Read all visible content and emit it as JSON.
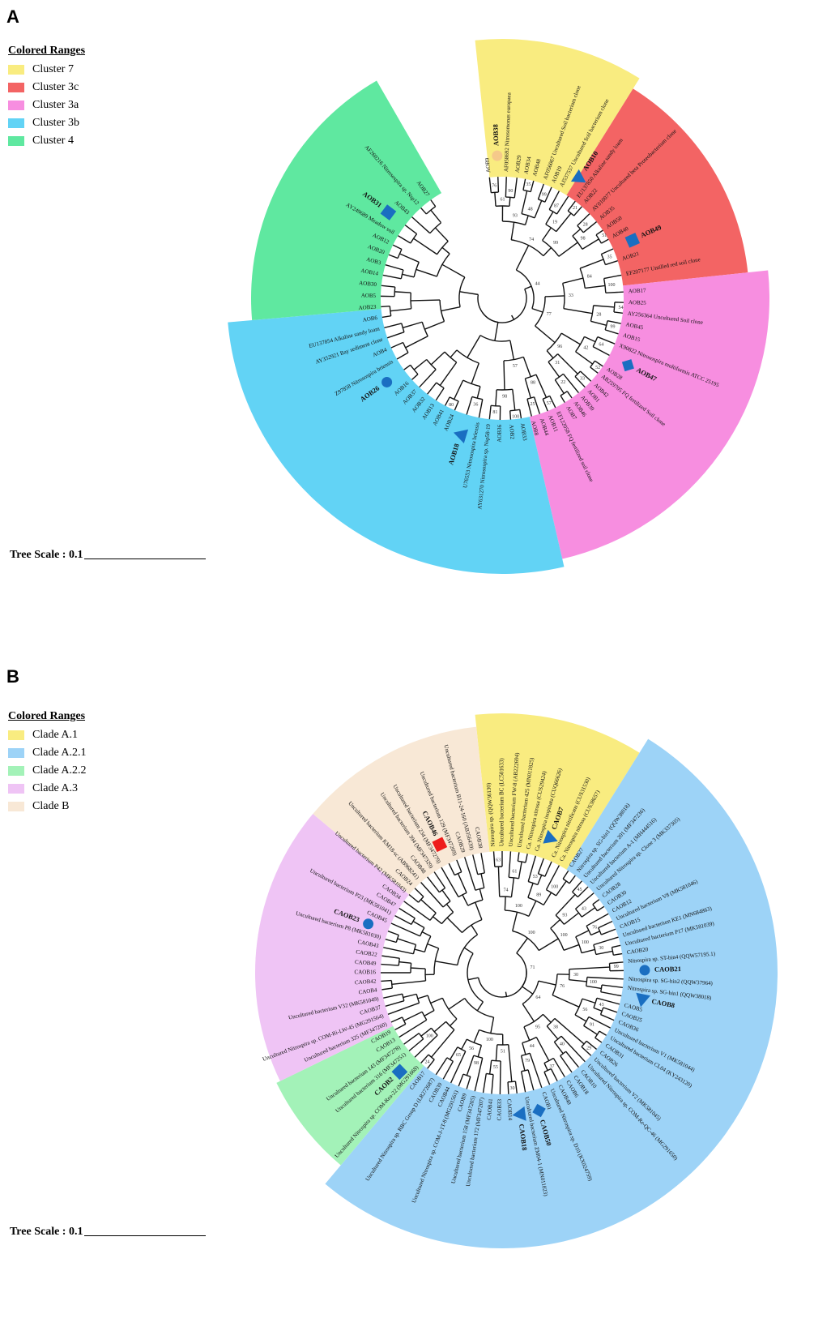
{
  "panels": [
    {
      "label": "A",
      "legend_title": "Colored Ranges",
      "scale_label": "Tree Scale : 0.1",
      "ranges": [
        {
          "name": "Cluster 7",
          "color": "#f9ec80"
        },
        {
          "name": "Cluster 3c",
          "color": "#f36464"
        },
        {
          "name": "Cluster 3a",
          "color": "#f78ee0"
        },
        {
          "name": "Cluster 3b",
          "color": "#62d3f5"
        },
        {
          "name": "Cluster 4",
          "color": "#5fe8a0"
        }
      ],
      "sectors": [
        {
          "range": 0,
          "a0": -6,
          "a1": 32,
          "r": 320
        },
        {
          "range": 1,
          "a0": 32,
          "a1": 84,
          "r": 305
        },
        {
          "range": 2,
          "a0": 84,
          "a1": 167,
          "r": 330
        },
        {
          "range": 3,
          "a0": 167,
          "a1": 265,
          "r": 340
        },
        {
          "range": 4,
          "a0": 265,
          "a1": 330,
          "r": 310
        }
      ],
      "leaves": [
        {
          "a": -6,
          "t": "AOB9"
        },
        {
          "a": -2,
          "t": "AOB38",
          "b": true,
          "m": "circle",
          "mc": "#f5c98a"
        },
        {
          "a": 2,
          "t": "AF058692 Nitrosomonas europaea"
        },
        {
          "a": 7,
          "t": "AOB29"
        },
        {
          "a": 11,
          "t": "AOB34"
        },
        {
          "a": 15,
          "t": "AOB48"
        },
        {
          "a": 20,
          "t": "AF056067 Uncultured Soil bacterium clone"
        },
        {
          "a": 24,
          "t": "AOB19"
        },
        {
          "a": 28,
          "t": "AJ537557 Uncultured Soil bacterium clone"
        },
        {
          "a": 33,
          "t": "AOB10",
          "b": true,
          "m": "triangle"
        },
        {
          "a": 37,
          "t": "EU137850 Alkaline sandy loam"
        },
        {
          "a": 41,
          "t": "AOB22"
        },
        {
          "a": 46,
          "t": "AY010077 Uncultured beta Proteobacterium clone"
        },
        {
          "a": 51,
          "t": "AOB35"
        },
        {
          "a": 56,
          "t": "AOB50"
        },
        {
          "a": 61,
          "t": "AOB40"
        },
        {
          "a": 66,
          "t": "AOB49",
          "b": true,
          "m": "square"
        },
        {
          "a": 72,
          "t": "AOB21"
        },
        {
          "a": 79,
          "t": "EF207177 Untilled red soil clone"
        },
        {
          "a": 87,
          "t": "AOB17"
        },
        {
          "a": 92,
          "t": "AOB25"
        },
        {
          "a": 97,
          "t": "AY256364 Uncultured Soil clone"
        },
        {
          "a": 102,
          "t": "AOB45"
        },
        {
          "a": 107,
          "t": "AOB15"
        },
        {
          "a": 112,
          "t": "X90822 Nitrosospira multiformis ATCC 25195"
        },
        {
          "a": 118,
          "t": "AOB47",
          "b": true,
          "m": "diamond"
        },
        {
          "a": 124,
          "t": "AOB28"
        },
        {
          "a": 128,
          "t": "AB259705 FQ fertilized Soil clone"
        },
        {
          "a": 133,
          "t": "AOB42"
        },
        {
          "a": 137,
          "t": "AOB1"
        },
        {
          "a": 141,
          "t": "AOB39"
        },
        {
          "a": 145,
          "t": "AOB46"
        },
        {
          "a": 149,
          "t": "AOB7"
        },
        {
          "a": 154,
          "t": "EF122058 FQ fertilized soil clone"
        },
        {
          "a": 158,
          "t": "AOB11"
        },
        {
          "a": 162,
          "t": "AOB44"
        },
        {
          "a": 166,
          "t": "AOB8"
        },
        {
          "a": 171,
          "t": "AOB33"
        },
        {
          "a": 176,
          "t": "AOB2"
        },
        {
          "a": 181,
          "t": "AOB36"
        },
        {
          "a": 186,
          "t": "AY631270 Nitrosospira sp. Nsp58-19"
        },
        {
          "a": 191,
          "t": "U76553 Nitrosospira briensis"
        },
        {
          "a": 197,
          "t": "AOB18",
          "b": true,
          "m": "triangle"
        },
        {
          "a": 203,
          "t": "AOB24"
        },
        {
          "a": 208,
          "t": "AOB41"
        },
        {
          "a": 213,
          "t": "AOB13"
        },
        {
          "a": 218,
          "t": "AOB32"
        },
        {
          "a": 223,
          "t": "AOB37"
        },
        {
          "a": 228,
          "t": "AOB16"
        },
        {
          "a": 234,
          "t": "AOB26",
          "b": true,
          "m": "circle"
        },
        {
          "a": 240,
          "t": "Z97858 Nitrosospira briensis"
        },
        {
          "a": 246,
          "t": "AOB4"
        },
        {
          "a": 251,
          "t": "AY352921 Bay sediment clone"
        },
        {
          "a": 256,
          "t": "EU137854 Alkaline sandy loam"
        },
        {
          "a": 261,
          "t": "AOB6"
        },
        {
          "a": 266,
          "t": "AOB23"
        },
        {
          "a": 271,
          "t": "AOB5"
        },
        {
          "a": 276,
          "t": "AOB30"
        },
        {
          "a": 281,
          "t": "AOB14"
        },
        {
          "a": 286,
          "t": "AOB3"
        },
        {
          "a": 291,
          "t": "AOB20"
        },
        {
          "a": 296,
          "t": "AOB12"
        },
        {
          "a": 301,
          "t": "AY249689 Meadow soil"
        },
        {
          "a": 307,
          "t": "AOB31",
          "b": true,
          "m": "square"
        },
        {
          "a": 312,
          "t": "AOB43"
        },
        {
          "a": 318,
          "t": "AF260216 Nitrosospira sp. Nsp12"
        },
        {
          "a": 324,
          "t": "AOB27"
        }
      ],
      "support": [
        "76",
        "90",
        "61",
        "35",
        "99",
        "48",
        "93",
        "87",
        "21",
        "19",
        "28",
        "51",
        "98",
        "99",
        "74",
        "35",
        "100",
        "84",
        "54",
        "99",
        "28",
        "33",
        "64",
        "52",
        "42",
        "33",
        "22",
        "31",
        "96",
        "77",
        "44",
        "57",
        "25",
        "88",
        "100",
        "81",
        "98",
        "57",
        "36",
        "80"
      ]
    },
    {
      "label": "B",
      "legend_title": "Colored Ranges",
      "scale_label": "Tree Scale : 0.1",
      "ranges": [
        {
          "name": "Clade A.1",
          "color": "#f9ec80"
        },
        {
          "name": "Clade A.2.1",
          "color": "#9dd3f7"
        },
        {
          "name": "Clade A.2.2",
          "color": "#a3f2b8"
        },
        {
          "name": "Clade A.3",
          "color": "#efc4f5"
        },
        {
          "name": "Clade B",
          "color": "#f8e8d6"
        }
      ],
      "sectors": [
        {
          "range": 0,
          "a0": -6,
          "a1": 32,
          "r": 320
        },
        {
          "range": 1,
          "a0": 32,
          "a1": 220,
          "r": 340
        },
        {
          "range": 2,
          "a0": 220,
          "a1": 244,
          "r": 310
        },
        {
          "range": 3,
          "a0": 244,
          "a1": 310,
          "r": 305
        },
        {
          "range": 4,
          "a0": 310,
          "a1": 354,
          "r": 305
        }
      ],
      "leaves": [
        {
          "a": -4,
          "t": "Nitrospira sp. (QQW36130)"
        },
        {
          "a": 0,
          "t": "Uncultured bacterium BC (LC501633)"
        },
        {
          "a": 4,
          "t": "Uncultured bacterium FW-8 (AB222694)"
        },
        {
          "a": 8,
          "t": "Uncultured bacterium 425 (MN011825)"
        },
        {
          "a": 12,
          "t": "Ca. Nitrospira nitrosa (CUS29424)"
        },
        {
          "a": 16,
          "t": "Ca. Nitrospira inopinata (CUQ66626)"
        },
        {
          "a": 20,
          "t": "CAOB7",
          "b": true,
          "m": "triangle"
        },
        {
          "a": 24,
          "t": "Ca. Nitrospira nitrificans (CUS31530)"
        },
        {
          "a": 28,
          "t": "Ca. Nitrospira nitrosa (CUS38657)"
        },
        {
          "a": 33,
          "t": "CAOB27"
        },
        {
          "a": 37,
          "t": "Nitrospira sp. SG-bin1 (QQW38018)"
        },
        {
          "a": 41,
          "t": "Uncultured bacterium 201 (MF347236)"
        },
        {
          "a": 45,
          "t": "Uncultured bacterium A-1 (MH444516)"
        },
        {
          "a": 49,
          "t": "Uncultured Nitrospira sp. Clone 3 (MK337305)"
        },
        {
          "a": 53,
          "t": "CAOB28"
        },
        {
          "a": 57,
          "t": "CAOB30"
        },
        {
          "a": 61,
          "t": "CAOB12"
        },
        {
          "a": 65,
          "t": "Uncultured bacterium V8 (MK581046)"
        },
        {
          "a": 69,
          "t": "CAOB15"
        },
        {
          "a": 73,
          "t": "Uncultured bacterium KE1 (MN684863)"
        },
        {
          "a": 77,
          "t": "Uncultured bacterium P17 (MK581039)"
        },
        {
          "a": 81,
          "t": "CAOB20"
        },
        {
          "a": 85,
          "t": "Nitrospira sp. ST-bin4 (QQW57195.1)"
        },
        {
          "a": 89,
          "t": "CAOB21",
          "b": true,
          "m": "circle"
        },
        {
          "a": 93,
          "t": "Nitrospira sp. SG-bin2 (QQW37964)"
        },
        {
          "a": 97,
          "t": "Nitrospira sp. SG-bin1 (QQW38018)"
        },
        {
          "a": 101,
          "t": "CAOB8",
          "b": true,
          "m": "triangle"
        },
        {
          "a": 105,
          "t": "CAOB5"
        },
        {
          "a": 109,
          "t": "CAOB25"
        },
        {
          "a": 113,
          "t": "CAOB36"
        },
        {
          "a": 117,
          "t": "Uncultured bacterium V1 (MK581044)"
        },
        {
          "a": 121,
          "t": "Uncultured bacterium CL04 (KY243120)"
        },
        {
          "a": 125,
          "t": "CAOB31"
        },
        {
          "a": 129,
          "t": "CAOB26"
        },
        {
          "a": 133,
          "t": "Uncultured bacterium V2 (MK581045)"
        },
        {
          "a": 137,
          "t": "Uncultured Nitrospira sp. COM-Re-QC-46 (MG291650)"
        },
        {
          "a": 141,
          "t": "CAOB10"
        },
        {
          "a": 145,
          "t": "CAOB18"
        },
        {
          "a": 149,
          "t": "CAOB6"
        },
        {
          "a": 153,
          "t": "CAOB40"
        },
        {
          "a": 157,
          "t": "Uncultured Nitrospira sp. D10 (KX024759)"
        },
        {
          "a": 161,
          "t": "CAOB1"
        },
        {
          "a": 165,
          "t": "CAOB50",
          "b": true,
          "m": "diamond"
        },
        {
          "a": 169,
          "t": "Uncultured bacterium ZM04-1 (MN011823)"
        },
        {
          "a": 173,
          "t": "CAOB18",
          "b": true,
          "m": "triangle"
        },
        {
          "a": 177,
          "t": "CAOB14"
        },
        {
          "a": 181,
          "t": "CAOB33"
        },
        {
          "a": 185,
          "t": "CAOB41"
        },
        {
          "a": 189,
          "t": "Uncultured bacterium 172 (MF347207)"
        },
        {
          "a": 193,
          "t": "Uncultured bacterium 158 (MF347205)"
        },
        {
          "a": 197,
          "t": "CAOB9"
        },
        {
          "a": 201,
          "t": "Uncultured Nitrospira sp. COM-J-1T-8 (MG291561)"
        },
        {
          "a": 205,
          "t": "CAOB44"
        },
        {
          "a": 209,
          "t": "CAOB39"
        },
        {
          "a": 213,
          "t": "Uncultured Nitrospira sp. RBC Group D (LR272687)"
        },
        {
          "a": 218,
          "t": "CAOB17"
        },
        {
          "a": 222,
          "t": "Uncultured Nitrospira sp. COM-Rea-22 (MG291668)"
        },
        {
          "a": 226,
          "t": "CAOB2",
          "b": true,
          "m": "square"
        },
        {
          "a": 230,
          "t": "Uncultured bacterium 316 (MF347251)"
        },
        {
          "a": 234,
          "t": "Uncultured bacterium 143 (MF347278)"
        },
        {
          "a": 238,
          "t": "CAOB13"
        },
        {
          "a": 242,
          "t": "CAOB19"
        },
        {
          "a": 246,
          "t": "Uncultured bacterium 325 (MF347260)"
        },
        {
          "a": 250,
          "t": "Uncultured Nitrospira sp. COM-Ri-LW-45 (MG291564)"
        },
        {
          "a": 254,
          "t": "CAOB37"
        },
        {
          "a": 258,
          "t": "Uncultured bacterium V32 (MK581049)"
        },
        {
          "a": 262,
          "t": "CAOB4"
        },
        {
          "a": 266,
          "t": "CAOB42"
        },
        {
          "a": 270,
          "t": "CAOB16"
        },
        {
          "a": 274,
          "t": "CAOB49"
        },
        {
          "a": 278,
          "t": "CAOB22"
        },
        {
          "a": 282,
          "t": "CAOB43"
        },
        {
          "a": 286,
          "t": "Uncultured bacterium P8 (MK581030)"
        },
        {
          "a": 290,
          "t": "CAOB23",
          "b": true,
          "m": "circle"
        },
        {
          "a": 294,
          "t": "CAOB45"
        },
        {
          "a": 298,
          "t": "Uncultured bacterium P23 (MK581041)"
        },
        {
          "a": 302,
          "t": "CAOB47"
        },
        {
          "a": 306,
          "t": "CAOB34"
        },
        {
          "a": 310,
          "t": "Uncultured bacterium P42 (MK581043)"
        },
        {
          "a": 314,
          "t": "CAOB24"
        },
        {
          "a": 318,
          "t": "Uncultured bacterium KM18-sc (AB968241)"
        },
        {
          "a": 322,
          "t": "CAOB48"
        },
        {
          "a": 326,
          "t": "Uncultured bacterium 394 (MF347329)"
        },
        {
          "a": 330,
          "t": "Uncultured bacterium 234 (MF347279)"
        },
        {
          "a": 334,
          "t": "CAOB46",
          "b": true,
          "m": "square",
          "mc": "#ee1c1c"
        },
        {
          "a": 338,
          "t": "Uncultured bacterium 129 (MF347269)"
        },
        {
          "a": 342,
          "t": "CAOB29"
        },
        {
          "a": 346,
          "t": "Uncultured bacterium B11-24-160 (AB356439)"
        },
        {
          "a": 350,
          "t": "CAOB38"
        }
      ],
      "support": [
        "63",
        "61",
        "74",
        "53",
        "100",
        "89",
        "100",
        "45",
        "43",
        "93",
        "76",
        "30",
        "100",
        "100",
        "100",
        "99",
        "100",
        "30",
        "43",
        "91",
        "56",
        "76",
        "29",
        "40",
        "38",
        "37",
        "79",
        "44",
        "95",
        "64",
        "71",
        "30",
        "55",
        "51",
        "98",
        "65",
        "56",
        "100",
        "24",
        "100"
      ]
    }
  ]
}
